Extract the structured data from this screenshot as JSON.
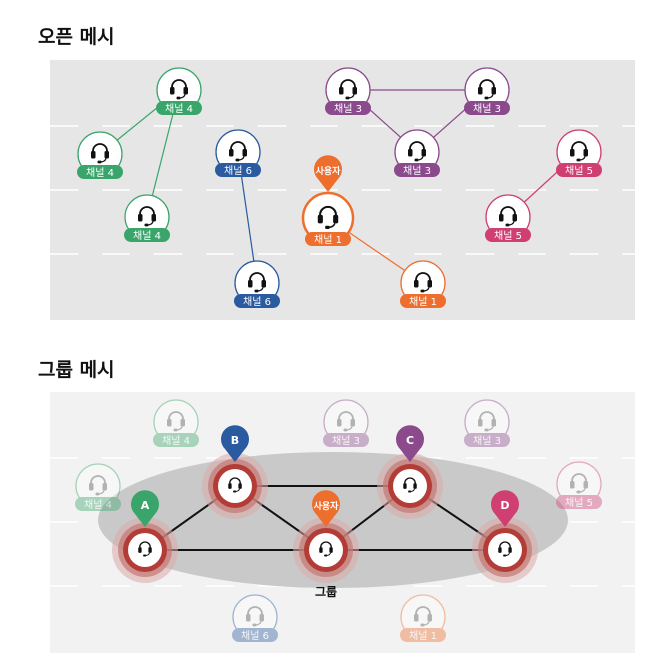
{
  "open_mesh": {
    "title": "오픈 메시",
    "user_badge": "사용자",
    "nodes": [
      {
        "id": "c4a",
        "label": "채널 4",
        "color": "#3aa56b"
      },
      {
        "id": "c4b",
        "label": "채널 4",
        "color": "#3aa56b"
      },
      {
        "id": "c4c",
        "label": "채널 4",
        "color": "#3aa56b"
      },
      {
        "id": "c6a",
        "label": "채널 6",
        "color": "#2a5aa0"
      },
      {
        "id": "c6b",
        "label": "채널 6",
        "color": "#2a5aa0"
      },
      {
        "id": "c3a",
        "label": "채널 3",
        "color": "#8a4a8c"
      },
      {
        "id": "c3b",
        "label": "채널 3",
        "color": "#8a4a8c"
      },
      {
        "id": "c3c",
        "label": "채널 3",
        "color": "#8a4a8c"
      },
      {
        "id": "c5a",
        "label": "채널 5",
        "color": "#cf3f72"
      },
      {
        "id": "c5b",
        "label": "채널 5",
        "color": "#cf3f72"
      },
      {
        "id": "c1a",
        "label": "채널 1",
        "color": "#ee6e2d"
      },
      {
        "id": "c1b",
        "label": "채널 1",
        "color": "#ee6e2d"
      }
    ],
    "edges": [
      [
        "c4a",
        "c4b"
      ],
      [
        "c4a",
        "c4c"
      ],
      [
        "c6a",
        "c6b"
      ],
      [
        "c3a",
        "c3b"
      ],
      [
        "c3a",
        "c3c"
      ],
      [
        "c3b",
        "c3c"
      ],
      [
        "c5a",
        "c5b"
      ],
      [
        "c1a",
        "c1b"
      ]
    ]
  },
  "group_mesh": {
    "title": "그룹 메시",
    "group_label": "그룹",
    "user_badge": "사용자",
    "pins": [
      {
        "id": "A",
        "label": "A",
        "color": "#3aa56b"
      },
      {
        "id": "B",
        "label": "B",
        "color": "#2a5aa0"
      },
      {
        "id": "C",
        "label": "C",
        "color": "#8a4a8c"
      },
      {
        "id": "D",
        "label": "D",
        "color": "#cf3f72"
      }
    ],
    "faded_nodes": [
      {
        "id": "f4a",
        "label": "채널 4",
        "color": "#3aa56b"
      },
      {
        "id": "f4b",
        "label": "채널 4",
        "color": "#3aa56b"
      },
      {
        "id": "f3a",
        "label": "채널 3",
        "color": "#8a4a8c"
      },
      {
        "id": "f3b",
        "label": "채널 3",
        "color": "#8a4a8c"
      },
      {
        "id": "f5",
        "label": "채널 5",
        "color": "#cf3f72"
      },
      {
        "id": "f6",
        "label": "채널 6",
        "color": "#2a5aa0"
      },
      {
        "id": "f1",
        "label": "채널 1",
        "color": "#ee6e2d"
      }
    ]
  }
}
